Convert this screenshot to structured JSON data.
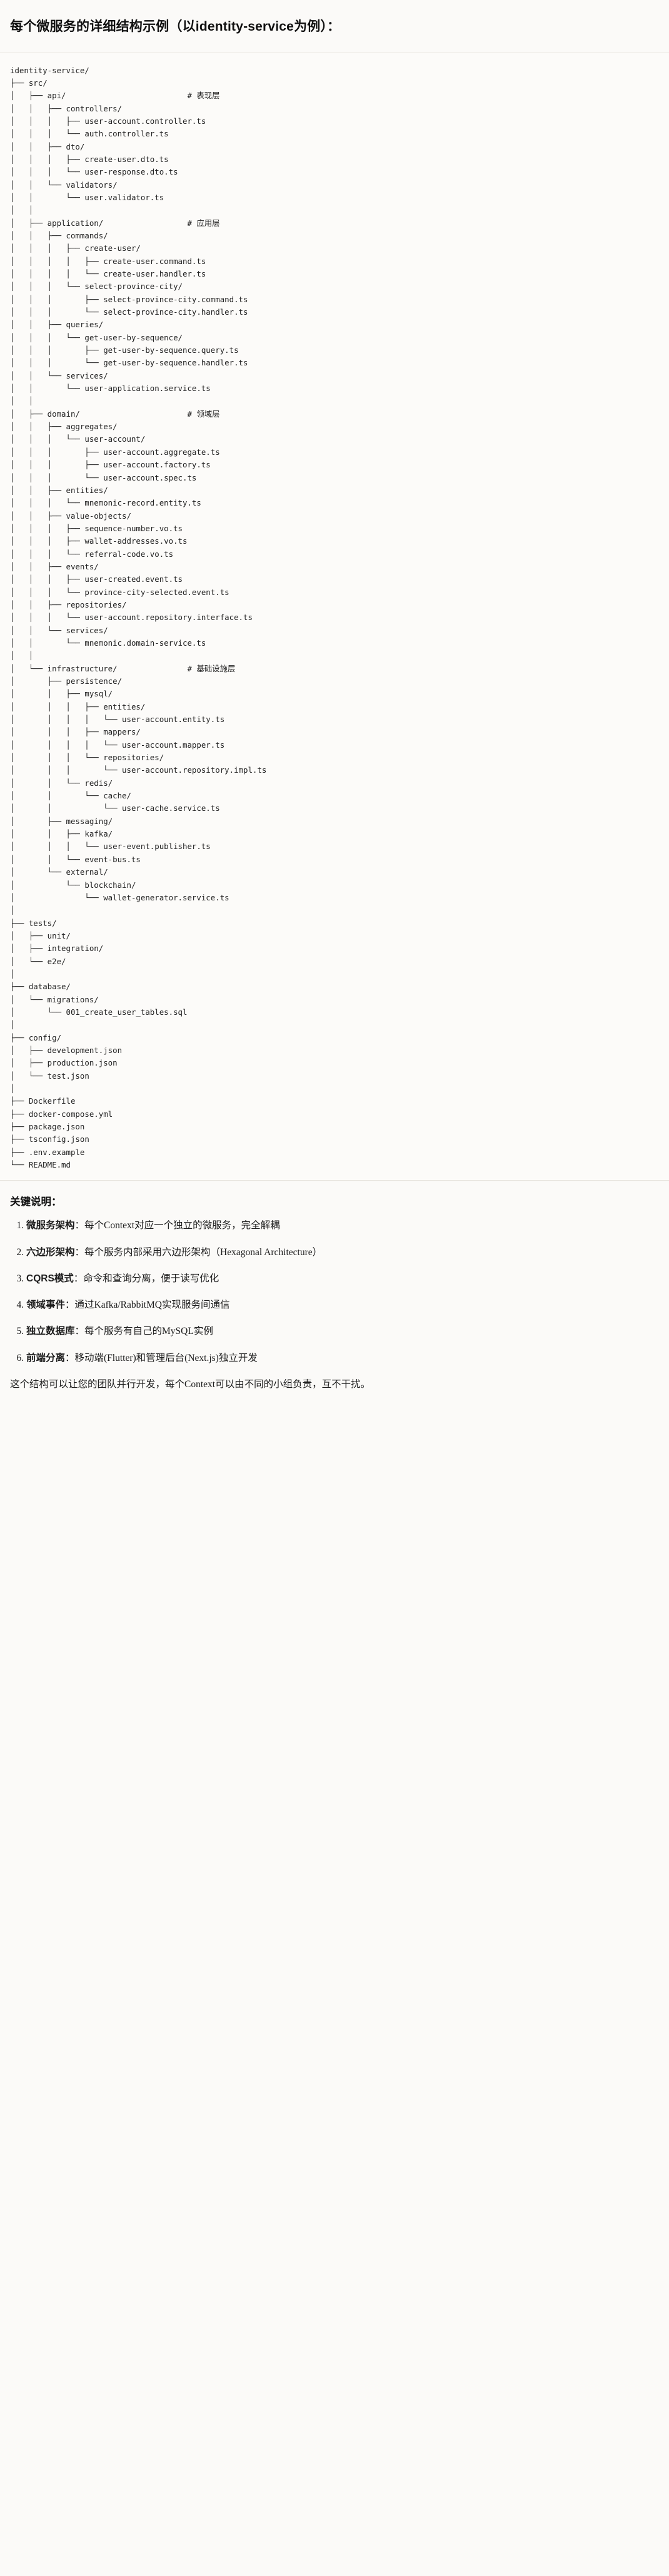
{
  "document": {
    "title": "每个微服务的详细结构示例（以identity-service为例）：",
    "tree_root": "identity-service/",
    "tree_text": "identity-service/\n├── src/\n│   ├── api/                          # 表现层\n│   │   ├── controllers/\n│   │   │   ├── user-account.controller.ts\n│   │   │   └── auth.controller.ts\n│   │   ├── dto/\n│   │   │   ├── create-user.dto.ts\n│   │   │   └── user-response.dto.ts\n│   │   └── validators/\n│   │       └── user.validator.ts\n│   │\n│   ├── application/                  # 应用层\n│   │   ├── commands/\n│   │   │   ├── create-user/\n│   │   │   │   ├── create-user.command.ts\n│   │   │   │   └── create-user.handler.ts\n│   │   │   └── select-province-city/\n│   │   │       ├── select-province-city.command.ts\n│   │   │       └── select-province-city.handler.ts\n│   │   ├── queries/\n│   │   │   └── get-user-by-sequence/\n│   │   │       ├── get-user-by-sequence.query.ts\n│   │   │       └── get-user-by-sequence.handler.ts\n│   │   └── services/\n│   │       └── user-application.service.ts\n│   │\n│   ├── domain/                       # 领域层\n│   │   ├── aggregates/\n│   │   │   └── user-account/\n│   │   │       ├── user-account.aggregate.ts\n│   │   │       ├── user-account.factory.ts\n│   │   │       └── user-account.spec.ts\n│   │   ├── entities/\n│   │   │   └── mnemonic-record.entity.ts\n│   │   ├── value-objects/\n│   │   │   ├── sequence-number.vo.ts\n│   │   │   ├── wallet-addresses.vo.ts\n│   │   │   └── referral-code.vo.ts\n│   │   ├── events/\n│   │   │   ├── user-created.event.ts\n│   │   │   └── province-city-selected.event.ts\n│   │   ├── repositories/\n│   │   │   └── user-account.repository.interface.ts\n│   │   └── services/\n│   │       └── mnemonic.domain-service.ts\n│   │\n│   └── infrastructure/               # 基础设施层\n│       ├── persistence/\n│       │   ├── mysql/\n│       │   │   ├── entities/\n│       │   │   │   └── user-account.entity.ts\n│       │   │   ├── mappers/\n│       │   │   │   └── user-account.mapper.ts\n│       │   │   └── repositories/\n│       │   │       └── user-account.repository.impl.ts\n│       │   └── redis/\n│       │       └── cache/\n│       │           └── user-cache.service.ts\n│       ├── messaging/\n│       │   ├── kafka/\n│       │   │   └── user-event.publisher.ts\n│       │   └── event-bus.ts\n│       └── external/\n│           └── blockchain/\n│               └── wallet-generator.service.ts\n│\n├── tests/\n│   ├── unit/\n│   ├── integration/\n│   └── e2e/\n│\n├── database/\n│   └── migrations/\n│       └── 001_create_user_tables.sql\n│\n├── config/\n│   ├── development.json\n│   ├── production.json\n│   └── test.json\n│\n├── Dockerfile\n├── docker-compose.yml\n├── package.json\n├── tsconfig.json\n├── .env.example\n└── README.md",
    "layer_comments": [
      {
        "path": "api/",
        "comment": "# 表现层"
      },
      {
        "path": "application/",
        "comment": "# 应用层"
      },
      {
        "path": "domain/",
        "comment": "# 领域层"
      },
      {
        "path": "infrastructure/",
        "comment": "# 基础设施层"
      }
    ]
  },
  "key_points": {
    "heading": "关键说明：",
    "items": [
      {
        "term": "微服务架构",
        "desc": "：每个Context对应一个独立的微服务，完全解耦"
      },
      {
        "term": "六边形架构",
        "desc": "：每个服务内部采用六边形架构（Hexagonal Architecture）"
      },
      {
        "term": "CQRS模式",
        "desc": "：命令和查询分离，便于读写优化"
      },
      {
        "term": "领域事件",
        "desc": "：通过Kafka/RabbitMQ实现服务间通信"
      },
      {
        "term": "独立数据库",
        "desc": "：每个服务有自己的MySQL实例"
      },
      {
        "term": "前端分离",
        "desc": "：移动端(Flutter)和管理后台(Next.js)独立开发"
      }
    ],
    "closing": "这个结构可以让您的团队并行开发，每个Context可以由不同的小组负责，互不干扰。"
  },
  "theme": {
    "background": "#fbfaf8",
    "text": "#1f1f1f",
    "rule": "#e6e3dd",
    "code_bg": "#fcfbf9"
  }
}
